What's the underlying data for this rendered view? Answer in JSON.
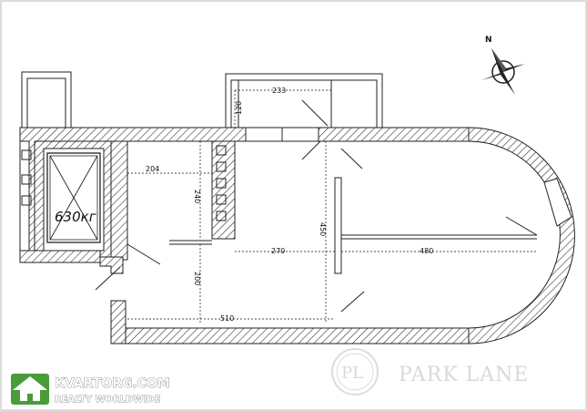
{
  "plan": {
    "elevator_label": "630кг",
    "dimensions": {
      "d233": "233",
      "d120": "120",
      "d204": "204",
      "d240": "240",
      "d450": "450",
      "d270": "270",
      "d480": "480",
      "d200": "200",
      "d510": "510"
    }
  },
  "compass": {
    "north_label": "N"
  },
  "watermark": {
    "site_name": "KVARTORG.COM",
    "tagline": "REALTY WORLDWIDE",
    "brand_monogram": "PL",
    "brand_name": "PARK LANE"
  }
}
